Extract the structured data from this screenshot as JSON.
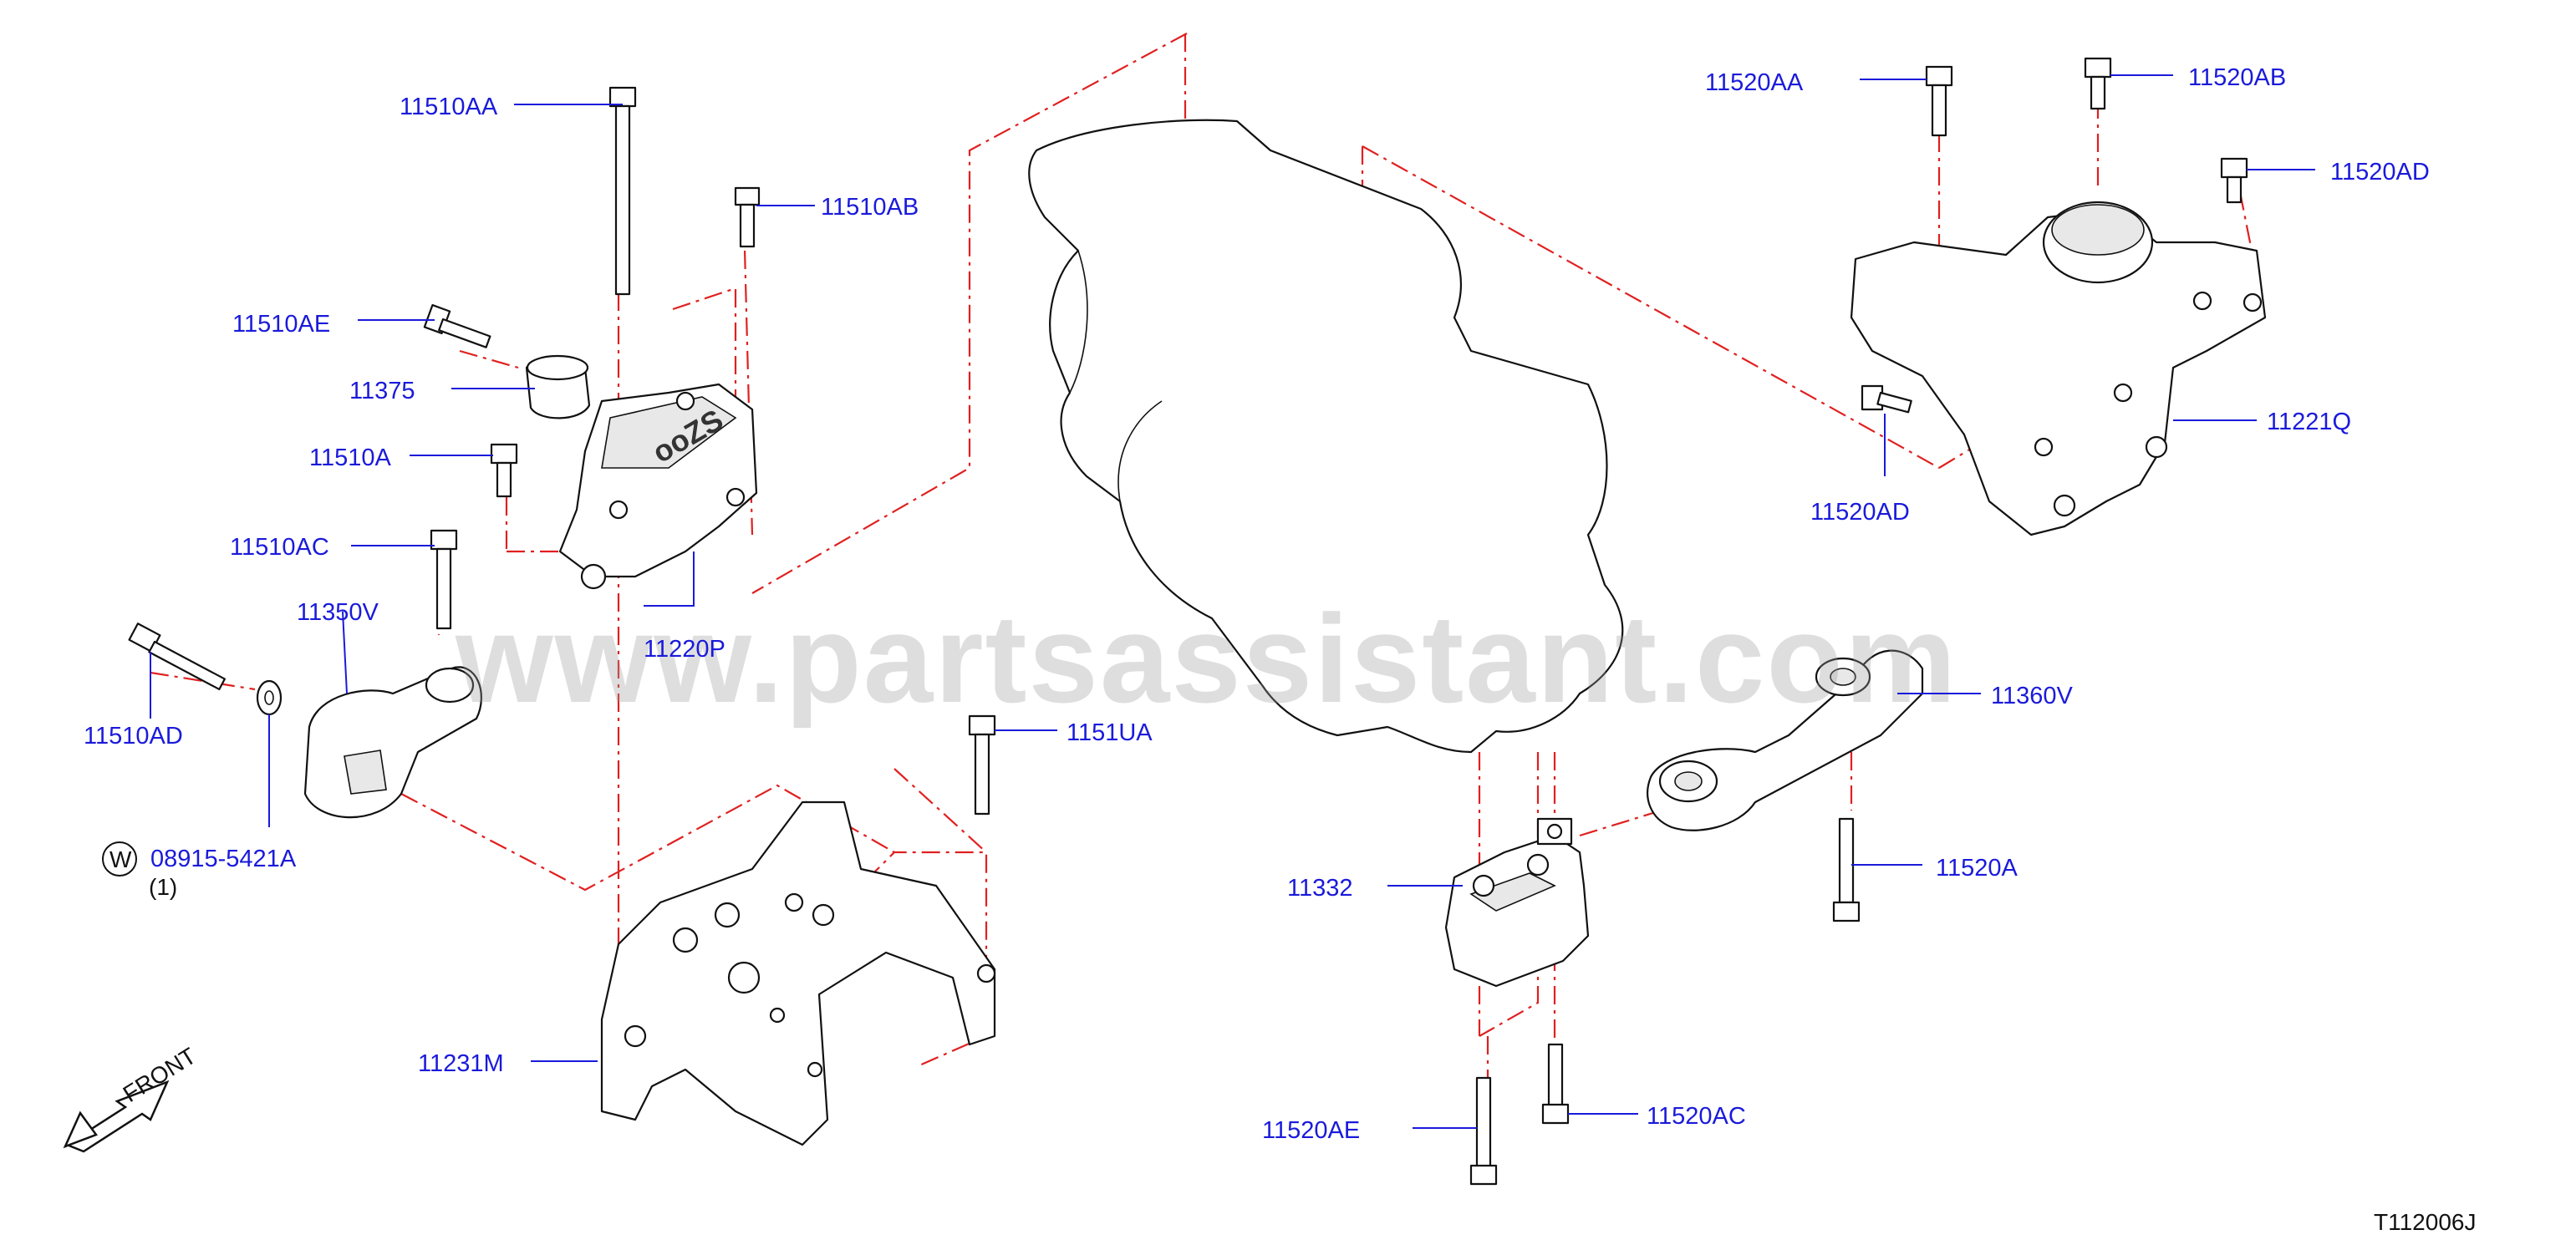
{
  "diagram": {
    "watermark": "www.partsassistant.com",
    "drawing_code": "T112006J",
    "front_label": "FRONT",
    "washer_symbol": "W",
    "labels": {
      "p11510AA": "11510AA",
      "p11510AB": "11510AB",
      "p11510AE": "11510AE",
      "p11375": "11375",
      "p11510A": "11510A",
      "p11510AC": "11510AC",
      "p11350V": "11350V",
      "p11510AD": "11510AD",
      "p08915": "08915-5421A",
      "p08915_qty": "(1)",
      "p11220P": "11220P",
      "p1151UA": "1151UA",
      "p11231M": "11231M",
      "p11332": "11332",
      "p11520AE": "11520AE",
      "p11520AC": "11520AC",
      "p11520A": "11520A",
      "p11360V": "11360V",
      "p11520AA": "11520AA",
      "p11520AB": "11520AB",
      "p11520AD_top": "11520AD",
      "p11520AD_mid": "11520AD",
      "p11221Q": "11221Q"
    }
  }
}
